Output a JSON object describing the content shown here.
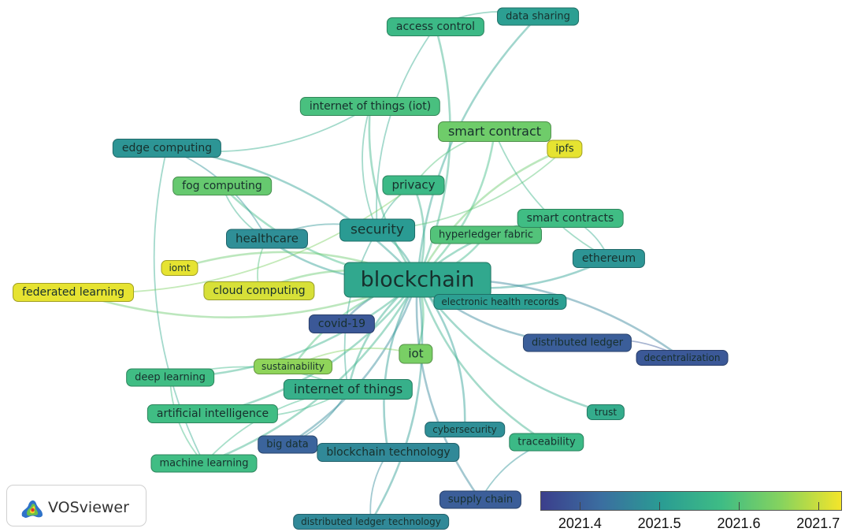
{
  "legend": {
    "min": 2021.35,
    "max": 2021.73,
    "tick_labels": [
      "2021.4",
      "2021.5",
      "2021.6",
      "2021.7"
    ],
    "colormap": [
      "#3b3f8c",
      "#3b6ea0",
      "#2a9c93",
      "#3ebc85",
      "#86d35e",
      "#f4e52a"
    ]
  },
  "logo": {
    "text": "VOSviewer",
    "icon": "vosviewer-logo-icon"
  },
  "nodes": [
    {
      "id": "blockchain",
      "label": "blockchain",
      "year": 2021.53
    },
    {
      "id": "security",
      "label": "security",
      "year": 2021.5
    },
    {
      "id": "healthcare",
      "label": "healthcare",
      "year": 2021.48
    },
    {
      "id": "privacy",
      "label": "privacy",
      "year": 2021.57
    },
    {
      "id": "internet-of-things-iot",
      "label": "internet of things (iot)",
      "year": 2021.59
    },
    {
      "id": "smart-contract",
      "label": "smart contract",
      "year": 2021.63
    },
    {
      "id": "ipfs",
      "label": "ipfs",
      "year": 2021.72
    },
    {
      "id": "access-control",
      "label": "access control",
      "year": 2021.57
    },
    {
      "id": "data-sharing",
      "label": "data sharing",
      "year": 2021.51
    },
    {
      "id": "edge-computing",
      "label": "edge computing",
      "year": 2021.49
    },
    {
      "id": "fog-computing",
      "label": "fog computing",
      "year": 2021.62
    },
    {
      "id": "hyperledger-fabric",
      "label": "hyperledger fabric",
      "year": 2021.6
    },
    {
      "id": "smart-contracts",
      "label": "smart contracts",
      "year": 2021.58
    },
    {
      "id": "ethereum",
      "label": "ethereum",
      "year": 2021.49
    },
    {
      "id": "iomt",
      "label": "iomt",
      "year": 2021.72
    },
    {
      "id": "federated-learning",
      "label": "federated learning",
      "year": 2021.72
    },
    {
      "id": "cloud-computing",
      "label": "cloud computing",
      "year": 2021.71
    },
    {
      "id": "electronic-health-records",
      "label": "electronic health records",
      "year": 2021.51
    },
    {
      "id": "covid-19",
      "label": "covid-19",
      "year": 2021.39
    },
    {
      "id": "iot",
      "label": "iot",
      "year": 2021.64
    },
    {
      "id": "distributed-ledger",
      "label": "distributed ledger",
      "year": 2021.4
    },
    {
      "id": "decentralization",
      "label": "decentralization",
      "year": 2021.39
    },
    {
      "id": "sustainability",
      "label": "sustainability",
      "year": 2021.66
    },
    {
      "id": "deep-learning",
      "label": "deep learning",
      "year": 2021.58
    },
    {
      "id": "internet-of-things",
      "label": "internet of things",
      "year": 2021.55
    },
    {
      "id": "artificial-intelligence",
      "label": "artificial intelligence",
      "year": 2021.58
    },
    {
      "id": "trust",
      "label": "trust",
      "year": 2021.54
    },
    {
      "id": "cybersecurity",
      "label": "cybersecurity",
      "year": 2021.48
    },
    {
      "id": "traceability",
      "label": "traceability",
      "year": 2021.57
    },
    {
      "id": "big-data",
      "label": "big data",
      "year": 2021.41
    },
    {
      "id": "blockchain-technology",
      "label": "blockchain technology",
      "year": 2021.47
    },
    {
      "id": "machine-learning",
      "label": "machine learning",
      "year": 2021.58
    },
    {
      "id": "supply-chain",
      "label": "supply chain",
      "year": 2021.4
    },
    {
      "id": "distributed-ledger-technology",
      "label": "distributed ledger technology",
      "year": 2021.47
    }
  ],
  "links": [
    [
      "blockchain",
      "security"
    ],
    [
      "blockchain",
      "healthcare"
    ],
    [
      "blockchain",
      "privacy"
    ],
    [
      "blockchain",
      "internet-of-things-iot"
    ],
    [
      "blockchain",
      "smart-contract"
    ],
    [
      "blockchain",
      "ipfs"
    ],
    [
      "blockchain",
      "access-control"
    ],
    [
      "blockchain",
      "data-sharing"
    ],
    [
      "blockchain",
      "edge-computing"
    ],
    [
      "blockchain",
      "fog-computing"
    ],
    [
      "blockchain",
      "hyperledger-fabric"
    ],
    [
      "blockchain",
      "smart-contracts"
    ],
    [
      "blockchain",
      "ethereum"
    ],
    [
      "blockchain",
      "federated-learning"
    ],
    [
      "blockchain",
      "cloud-computing"
    ],
    [
      "blockchain",
      "electronic-health-records"
    ],
    [
      "blockchain",
      "covid-19"
    ],
    [
      "blockchain",
      "iot"
    ],
    [
      "blockchain",
      "distributed-ledger"
    ],
    [
      "blockchain",
      "decentralization"
    ],
    [
      "blockchain",
      "sustainability"
    ],
    [
      "blockchain",
      "deep-learning"
    ],
    [
      "blockchain",
      "internet-of-things"
    ],
    [
      "blockchain",
      "artificial-intelligence"
    ],
    [
      "blockchain",
      "trust"
    ],
    [
      "blockchain",
      "cybersecurity"
    ],
    [
      "blockchain",
      "traceability"
    ],
    [
      "blockchain",
      "big-data"
    ],
    [
      "blockchain",
      "blockchain-technology"
    ],
    [
      "blockchain",
      "machine-learning"
    ],
    [
      "blockchain",
      "supply-chain"
    ],
    [
      "blockchain",
      "distributed-ledger-technology"
    ],
    [
      "blockchain",
      "iomt"
    ],
    [
      "security",
      "privacy"
    ],
    [
      "security",
      "healthcare"
    ],
    [
      "security",
      "internet-of-things-iot"
    ],
    [
      "security",
      "internet-of-things"
    ],
    [
      "security",
      "access-control"
    ],
    [
      "healthcare",
      "edge-computing"
    ],
    [
      "healthcare",
      "fog-computing"
    ],
    [
      "healthcare",
      "cloud-computing"
    ],
    [
      "privacy",
      "smart-contract"
    ],
    [
      "smart-contract",
      "ethereum"
    ],
    [
      "internet-of-things-iot",
      "edge-computing"
    ],
    [
      "internet-of-things",
      "machine-learning"
    ],
    [
      "internet-of-things",
      "artificial-intelligence"
    ],
    [
      "internet-of-things",
      "deep-learning"
    ],
    [
      "internet-of-things",
      "big-data"
    ],
    [
      "blockchain-technology",
      "distributed-ledger-technology"
    ],
    [
      "machine-learning",
      "deep-learning"
    ],
    [
      "edge-computing",
      "machine-learning"
    ],
    [
      "access-control",
      "data-sharing"
    ],
    [
      "federated-learning",
      "privacy"
    ],
    [
      "ipfs",
      "security"
    ],
    [
      "ethereum",
      "smart-contracts"
    ],
    [
      "distributed-ledger",
      "decentralization"
    ],
    [
      "iot",
      "sustainability"
    ],
    [
      "supply-chain",
      "traceability"
    ]
  ]
}
